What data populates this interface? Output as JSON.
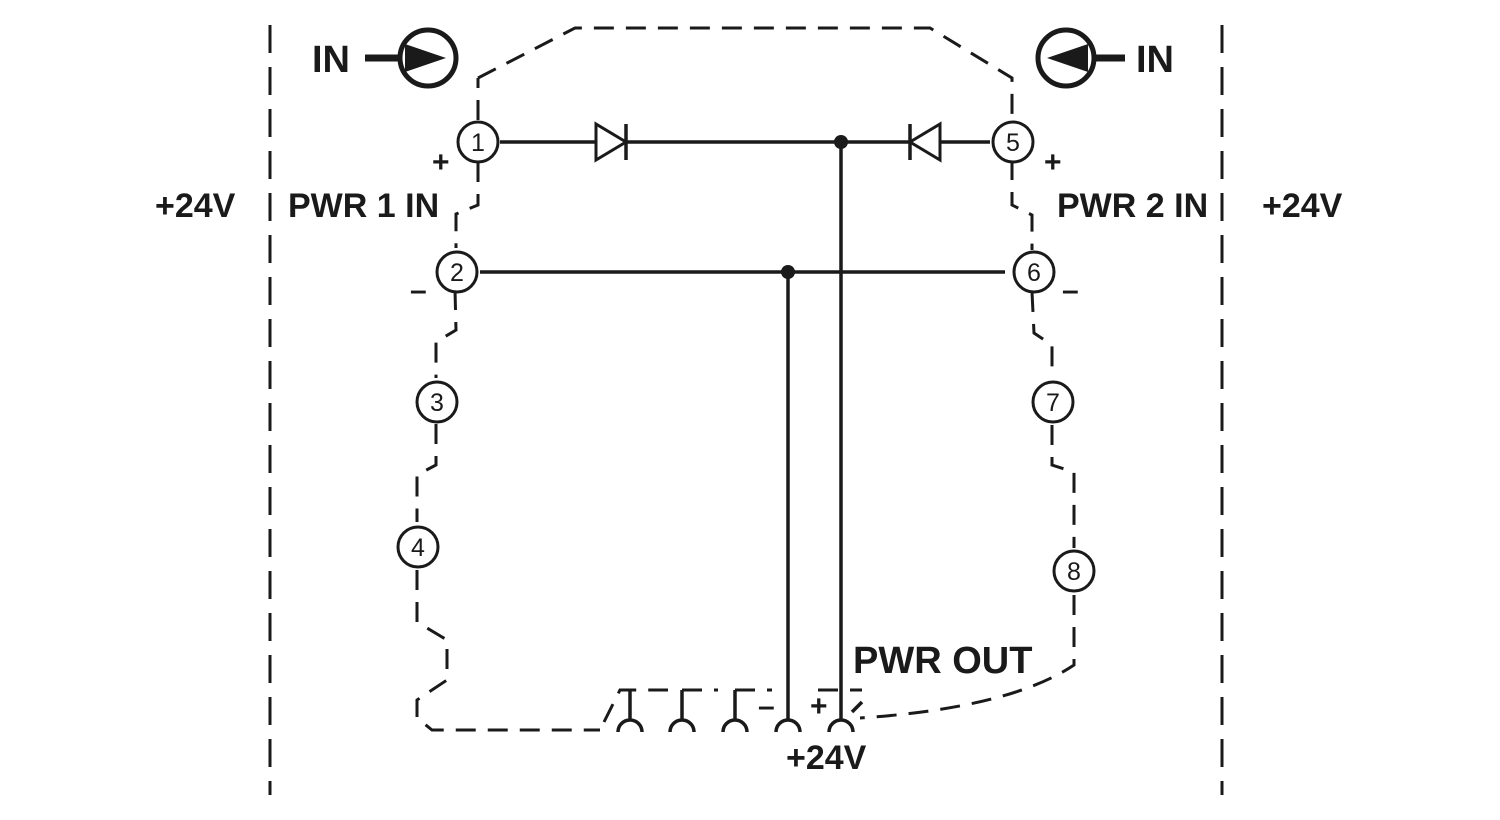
{
  "labels": {
    "in_left": "IN",
    "in_right": "IN",
    "voltage_left": "+24V",
    "voltage_right": "+24V",
    "pwr1_in": "PWR 1 IN",
    "pwr2_in": "PWR 2 IN",
    "pwr_out": "PWR OUT",
    "out_voltage": "+24V",
    "plus_1": "+",
    "minus_2": "–",
    "plus_5": "+",
    "minus_6": "–",
    "out_minus": "–",
    "out_plus": "+"
  },
  "terminals": [
    {
      "id": "1",
      "label": "1"
    },
    {
      "id": "2",
      "label": "2"
    },
    {
      "id": "3",
      "label": "3"
    },
    {
      "id": "4",
      "label": "4"
    },
    {
      "id": "5",
      "label": "5"
    },
    {
      "id": "6",
      "label": "6"
    },
    {
      "id": "7",
      "label": "7"
    },
    {
      "id": "8",
      "label": "8"
    }
  ],
  "colors": {
    "line": "#1a1a1a",
    "background": "#ffffff"
  }
}
